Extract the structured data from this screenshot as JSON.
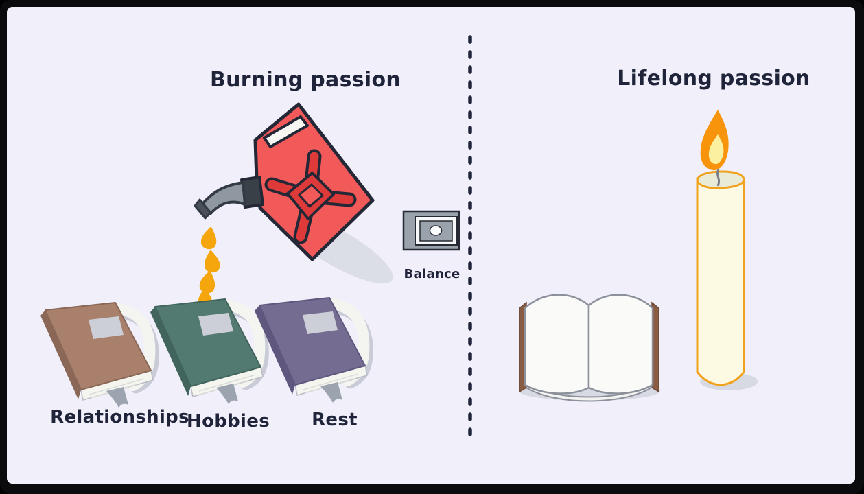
{
  "canvas": {
    "background_color": "#F1F0FA",
    "frame_color": "#0B0B0D",
    "ink_color": "#20243A"
  },
  "left_panel": {
    "title": "Burning passion",
    "gas_can": {
      "body_color": "#F25A5A",
      "emblem_color": "#DE3A3A",
      "spout_color": "#8F98A1",
      "drop_color": "#F6A60D"
    },
    "books": [
      {
        "label": "Relationships",
        "cover_color": "#A8806B",
        "side_color": "#8A6756"
      },
      {
        "label": "Hobbies",
        "cover_color": "#527A71",
        "side_color": "#41655D"
      },
      {
        "label": "Rest",
        "cover_color": "#756C92",
        "side_color": "#5F577D"
      }
    ]
  },
  "center": {
    "balance_label": "Balance",
    "buckle_color": "#9AA2AC"
  },
  "right_panel": {
    "title": "Lifelong passion",
    "candle": {
      "wax_color": "#FCFAE3",
      "outline_color": "#F0A21D",
      "flame_outer_color": "#F7940B",
      "flame_inner_color": "#FBF0A0"
    },
    "open_book": {
      "page_color": "#FAFAF9",
      "cover_color": "#8A5C44"
    }
  }
}
